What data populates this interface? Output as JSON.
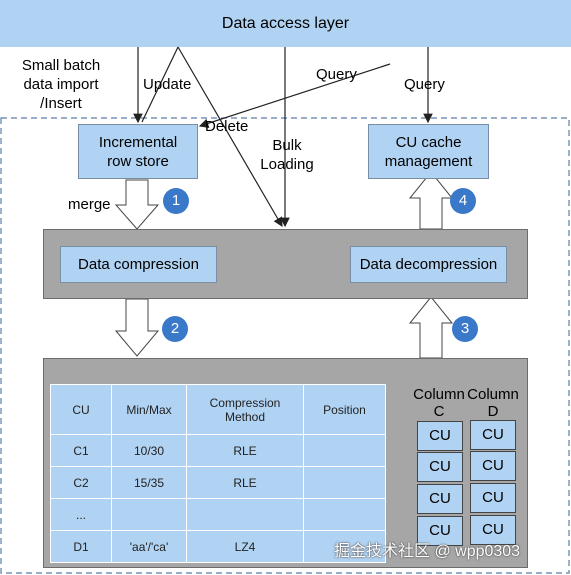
{
  "top_bar": {
    "label": "Data access layer"
  },
  "operations": {
    "small_batch_line1": "Small batch",
    "small_batch_line2": "data import",
    "small_batch_line3": "/Insert",
    "update": "Update",
    "delete": "Delete",
    "bulk_line1": "Bulk",
    "bulk_line2": "Loading",
    "query_left": "Query",
    "query_right": "Query",
    "merge": "merge"
  },
  "incremental_store": {
    "line1": "Incremental",
    "line2": "row store"
  },
  "cu_cache": {
    "line1": "CU cache",
    "line2": "management"
  },
  "compression": "Data compression",
  "decompression": "Data decompression",
  "steps": [
    "1",
    "2",
    "3",
    "4"
  ],
  "table": {
    "headers": [
      "CU",
      "Min/Max",
      "Compression\nMethod",
      "Position"
    ],
    "rows": [
      [
        "C1",
        "10/30",
        "RLE",
        ""
      ],
      [
        "C2",
        "15/35",
        "RLE",
        ""
      ],
      [
        "...",
        "",
        "",
        ""
      ],
      [
        "D1",
        "'aa'/'ca'",
        "LZ4",
        ""
      ]
    ]
  },
  "columns": [
    {
      "line1": "Column",
      "line2": "C",
      "cells": [
        "CU",
        "CU",
        "CU",
        "CU"
      ]
    },
    {
      "line1": "Column",
      "line2": "D",
      "cells": [
        "CU",
        "CU",
        "CU",
        "CU"
      ]
    }
  ],
  "watermark": "掘金技术社区 @ wpp0303",
  "colors": {
    "box_fill": "#b0d3f3",
    "gray_fill": "#a6a6a6",
    "badge": "#3a78c9"
  }
}
